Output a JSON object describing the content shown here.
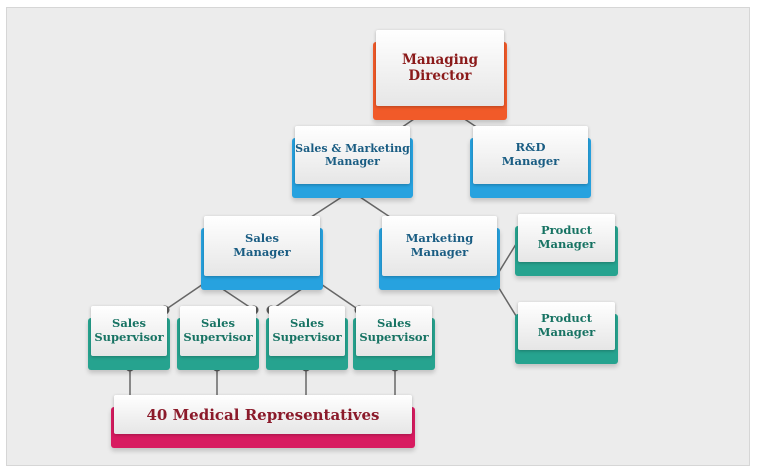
{
  "nodes": {
    "managing_director": "Managing\nDirector",
    "sales_marketing_manager": "Sales & Marketing\nManager",
    "rd_manager": "R&D\nManager",
    "sales_manager": "Sales\nManager",
    "marketing_manager": "Marketing\nManager",
    "product_manager_1": "Product\nManager",
    "product_manager_2": "Product\nManager",
    "sales_supervisor_1": "Sales\nSupervisor",
    "sales_supervisor_2": "Sales\nSupervisor",
    "sales_supervisor_3": "Sales\nSupervisor",
    "sales_supervisor_4": "Sales\nSupervisor",
    "medical_representatives": "40 Medical Representatives"
  },
  "colors": {
    "top_level": "#f15a29",
    "management": "#27a2df",
    "product_and_supervisor": "#26a38f",
    "field_staff": "#d81b60",
    "connector": "#555555"
  }
}
